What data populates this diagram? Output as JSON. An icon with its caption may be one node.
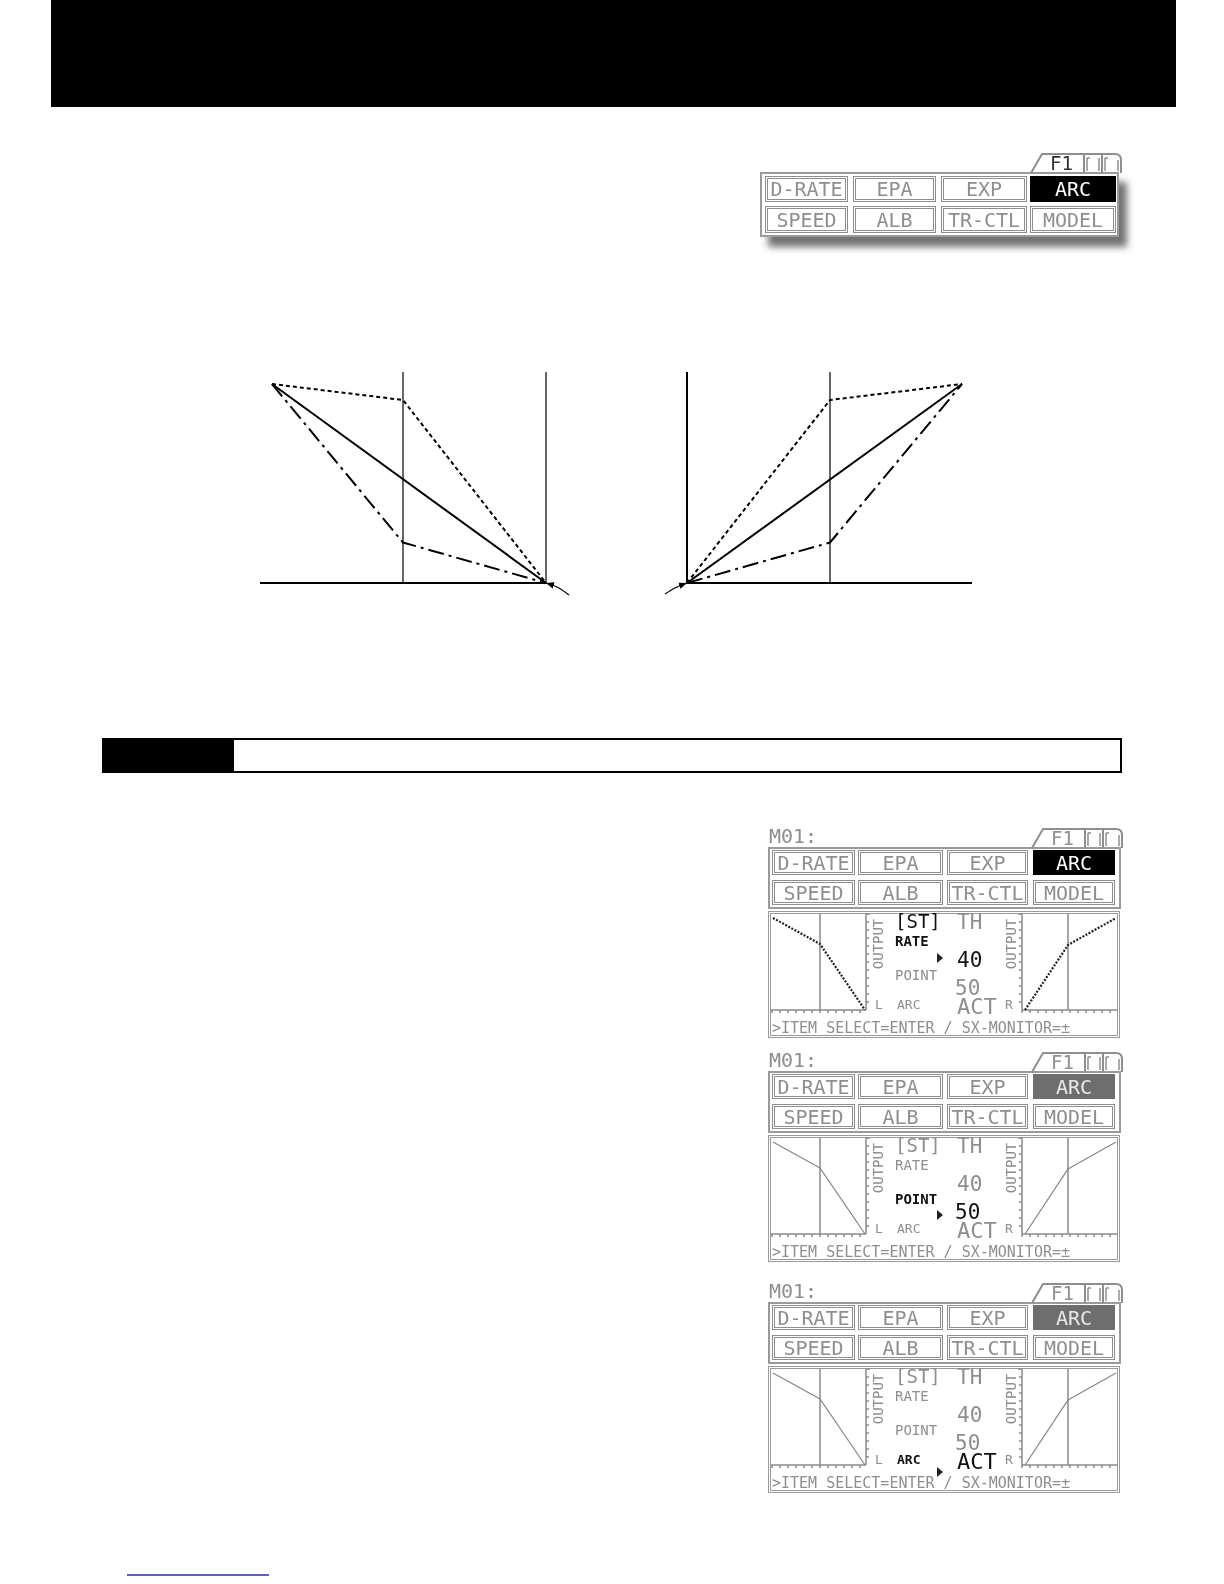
{
  "diagram": {
    "nodes": [
      {
        "text": [],
        "shape": "bar"
      },
      {
        "text": [
          "F1"
        ]
      },
      {
        "text": [
          "D-RATE"
        ],
        "in": 1
      },
      {
        "text": [
          "EPA"
        ],
        "in": 1
      },
      {
        "text": [
          "EXP"
        ],
        "in": 1
      },
      {
        "text": [
          "ARC"
        ],
        "in": 1
      },
      {
        "text": [
          "SPEED"
        ],
        "in": 1
      },
      {
        "text": [
          "ALB"
        ],
        "in": 1
      },
      {
        "text": [
          "TR-CTL"
        ],
        "in": 1
      },
      {
        "text": [
          "MODEL"
        ],
        "in": 1
      },
      {
        "text": [],
        "shape": "picture"
      },
      {
        "text": [],
        "shape": "picture"
      },
      {
        "text": [],
        "shape": "bar"
      },
      {
        "text": [
          "M01:",
          "F1"
        ]
      },
      {
        "text": [
          "D-RATE"
        ],
        "in": 13
      },
      {
        "text": [
          "EPA"
        ],
        "in": 13
      },
      {
        "text": [
          "EXP"
        ],
        "in": 13
      },
      {
        "text": [
          "ARC"
        ],
        "in": 13
      },
      {
        "text": [
          "SPEED"
        ],
        "in": 13
      },
      {
        "text": [
          "ALB"
        ],
        "in": 13
      },
      {
        "text": [
          "TR-CTL"
        ],
        "in": 13
      },
      {
        "text": [
          "MODEL"
        ],
        "in": 13
      },
      {
        "text": [
          "OUTPUT",
          "[ST]",
          "TH",
          "OUTPUT",
          "RATE",
          "40",
          "POINT",
          "50",
          "L",
          "ARC",
          "ACT",
          "R",
          ">ITEM SELECT=ENTER / SX-MONITOR=±"
        ]
      },
      {
        "text": [
          "M01:",
          "F1"
        ]
      },
      {
        "text": [
          "D-RATE"
        ],
        "in": 23
      },
      {
        "text": [
          "EPA"
        ],
        "in": 23
      },
      {
        "text": [
          "EXP"
        ],
        "in": 23
      },
      {
        "text": [
          "ARC"
        ],
        "in": 23
      },
      {
        "text": [
          "SPEED"
        ],
        "in": 23
      },
      {
        "text": [
          "ALB"
        ],
        "in": 23
      },
      {
        "text": [
          "TR-CTL"
        ],
        "in": 23
      },
      {
        "text": [
          "MODEL"
        ],
        "in": 23
      },
      {
        "text": [
          "OUTPUT",
          "[ST]",
          "TH",
          "OUTPUT",
          "RATE",
          "40",
          "POINT",
          "50",
          "L",
          "ARC",
          "ACT",
          "R",
          ">ITEM SELECT=ENTER / SX-MONITOR=±"
        ]
      },
      {
        "text": [
          "M01:",
          "F1"
        ]
      },
      {
        "text": [
          "D-RATE"
        ],
        "in": 33
      },
      {
        "text": [
          "EPA"
        ],
        "in": 33
      },
      {
        "text": [
          "EXP"
        ],
        "in": 33
      },
      {
        "text": [
          "ARC"
        ],
        "in": 33
      },
      {
        "text": [
          "SPEED"
        ],
        "in": 33
      },
      {
        "text": [
          "ALB"
        ],
        "in": 33
      },
      {
        "text": [
          "TR-CTL"
        ],
        "in": 33
      },
      {
        "text": [
          "MODEL"
        ],
        "in": 33
      },
      {
        "text": [
          "OUTPUT",
          "[ST]",
          "TH",
          "OUTPUT",
          "RATE",
          "40",
          "POINT",
          "50",
          "L",
          "ARC",
          "ACT",
          "R",
          ">ITEM SELECT=ENTER / SX-MONITOR=±"
        ]
      }
    ],
    "edges": [
      {
        "from": null,
        "to": 10,
        "arrow": "to"
      },
      {
        "from": null,
        "to": 11,
        "arrow": "to"
      }
    ]
  }
}
